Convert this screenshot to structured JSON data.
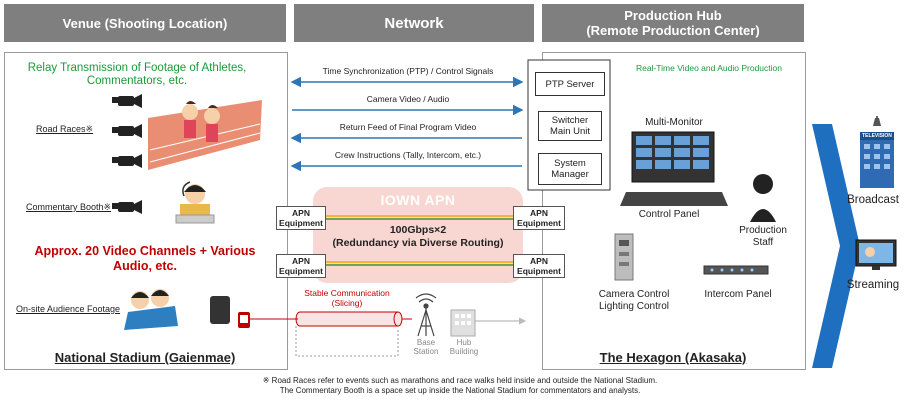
{
  "headers": {
    "venue": "Venue (Shooting Location)",
    "network": "Network",
    "hub_line1": "Production Hub",
    "hub_line2": "(Remote Production Center)"
  },
  "venue": {
    "relay_line1": "Relay Transmission of Footage of Athletes,",
    "relay_line2": "Commentators, etc.",
    "road_races": "Road Races※",
    "commentary_booth": "Commentary Booth※",
    "channels_line1": "Approx. 20 Video Channels + Various",
    "channels_line2": "Audio, etc.",
    "audience": "On-site Audience Footage",
    "footer": "National Stadium (Gaienmae)"
  },
  "network": {
    "signals": [
      "Time Synchronization (PTP) / Control Signals",
      "Camera Video / Audio",
      "Return Feed of Final Program Video",
      "Crew Instructions (Tally, Intercom, etc.)"
    ],
    "iown": "IOWN APN",
    "capacity_line1": "100Gbps×2",
    "capacity_line2": "(Redundancy via Diverse Routing)",
    "apn_line1": "APN",
    "apn_line2": "Equipment",
    "stable_line1": "Stable Communication",
    "stable_line2": "(Slicing)",
    "base_line1": "Base",
    "base_line2": "Station",
    "hub_line1": "Hub",
    "hub_line2": "Building"
  },
  "hub": {
    "ptp_server": "PTP Server",
    "switcher_line1": "Switcher",
    "switcher_line2": "Main Unit",
    "system_line1": "System",
    "system_line2": "Manager",
    "realtime": "Real-Time Video and Audio Production",
    "multi_monitor": "Multi-Monitor",
    "control_panel": "Control Panel",
    "staff_line1": "Production",
    "staff_line2": "Staff",
    "ccu_line1": "Camera Control",
    "ccu_line2": "Lighting Control",
    "intercom": "Intercom Panel",
    "footer": "The Hexagon (Akasaka)"
  },
  "outputs": {
    "broadcast": "Broadcast",
    "streaming": "Streaming",
    "tv_label": "TELEVISION"
  },
  "notes": {
    "line1": "※ Road Races refer to events such as marathons and race walks held inside and outside the National Stadium.",
    "line2": "The Commentary Booth is a space set up inside the National Stadium for commentators and analysts."
  },
  "colors": {
    "header_gray": "#7f7f7f",
    "green_text": "#1a9a3a",
    "red_text": "#c00000",
    "arrow_blue": "#2e75b6",
    "apn_pink": "#f8d7d3",
    "big_arrow": "#1f6fc1"
  }
}
